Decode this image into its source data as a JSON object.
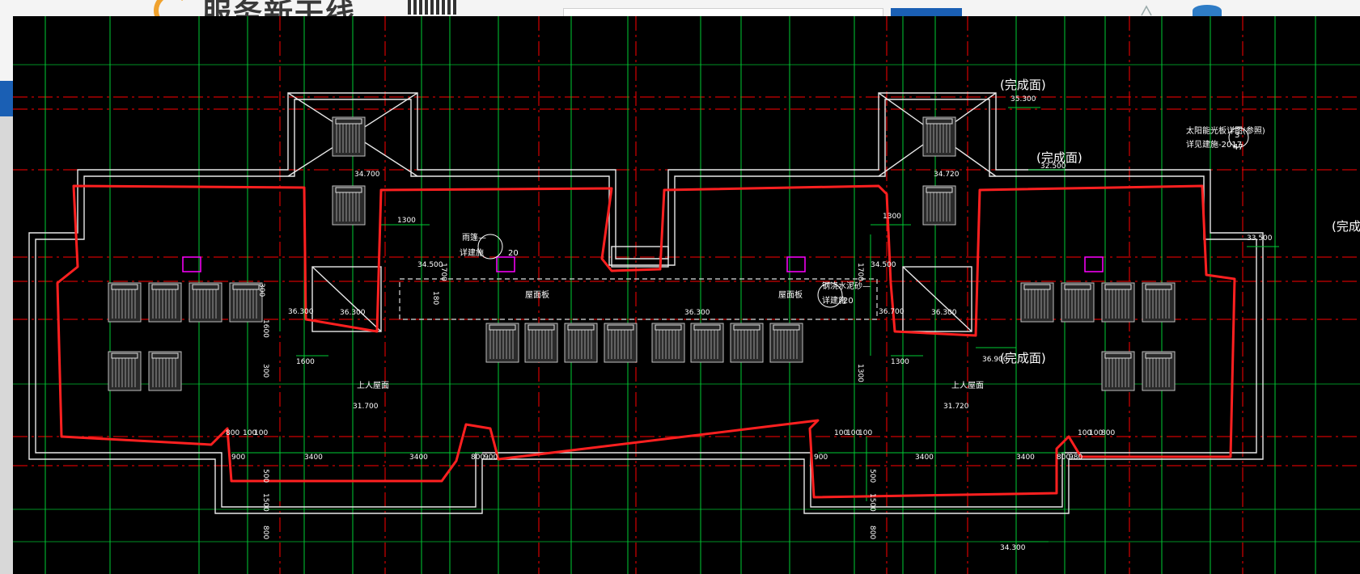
{
  "header": {
    "site_name": "服务新干线",
    "search_placeholder": "",
    "search_button_label": ""
  },
  "drawing": {
    "finish_labels": [
      "(完成面)",
      "(完成面)",
      "(完成面)",
      "(完成"
    ],
    "elevations": [
      "35.300",
      "32.500",
      "33.500",
      "34.700",
      "36.300",
      "34.500",
      "36.300",
      "34.720",
      "34.500",
      "36.300",
      "36.900",
      "31.700",
      "31.720",
      "34.300",
      "36.700",
      "36.300"
    ],
    "dims": [
      "1300",
      "1300",
      "1700",
      "1700",
      "300",
      "300",
      "1600",
      "1600",
      "1300",
      "1300",
      "800",
      "100",
      "100",
      "900",
      "900",
      "3400",
      "3400",
      "800",
      "1500",
      "500",
      "800",
      "100",
      "100",
      "100",
      "900",
      "3400",
      "3400",
      "800",
      "980",
      "100",
      "100",
      "800",
      "1500",
      "500",
      "800",
      "180"
    ],
    "notes": [
      "雨篷—",
      "详建施",
      "20",
      "钢浇水泥砂—",
      "详建施",
      "20",
      "太阳能光板详图(参照)",
      "详见建施-2017",
      "3",
      "47",
      "上人屋面",
      "上人屋面",
      "屋面板",
      "屋面板"
    ],
    "colors": {
      "background": "#000000",
      "outline_red": "#ff2020",
      "grid_red": "#ff0000",
      "grid_green": "#00cc33",
      "wall_white": "#e8e8e8",
      "text_white": "#ffffff",
      "magenta": "#ff00ff",
      "cyan": "#00ffff"
    }
  },
  "icons": {
    "user": "user-icon",
    "globe": "globe-icon"
  }
}
